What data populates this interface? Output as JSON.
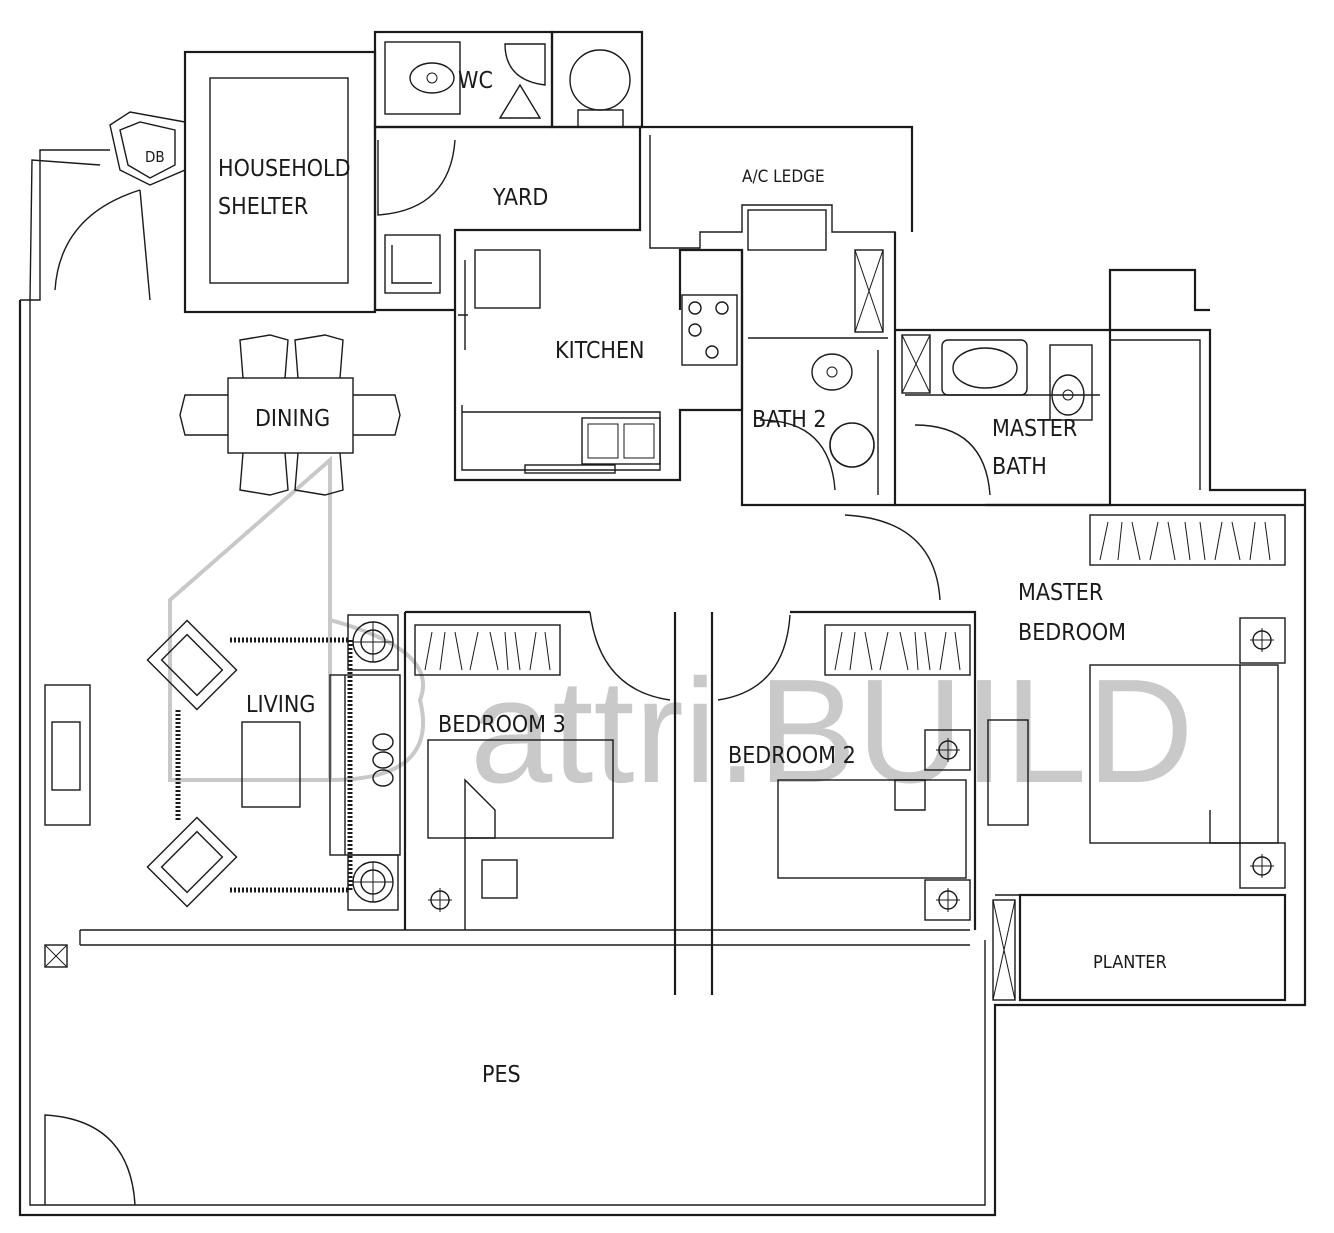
{
  "rooms": {
    "db": "DB",
    "household_shelter_line1": "HOUSEHOLD",
    "household_shelter_line2": "SHELTER",
    "wc": "WC",
    "yard": "YARD",
    "ac_ledge": "A/C LEDGE",
    "kitchen": "KITCHEN",
    "dining": "DINING",
    "bath2": "BATH 2",
    "master_bath_line1": "MASTER",
    "master_bath_line2": "BATH",
    "master_bedroom_line1": "MASTER",
    "master_bedroom_line2": "BEDROOM",
    "living": "LIVING",
    "bedroom3": "BEDROOM 3",
    "bedroom2": "BEDROOM 2",
    "planter": "PLANTER",
    "pes": "PES"
  },
  "watermark": {
    "text": "attri.BUILD"
  }
}
